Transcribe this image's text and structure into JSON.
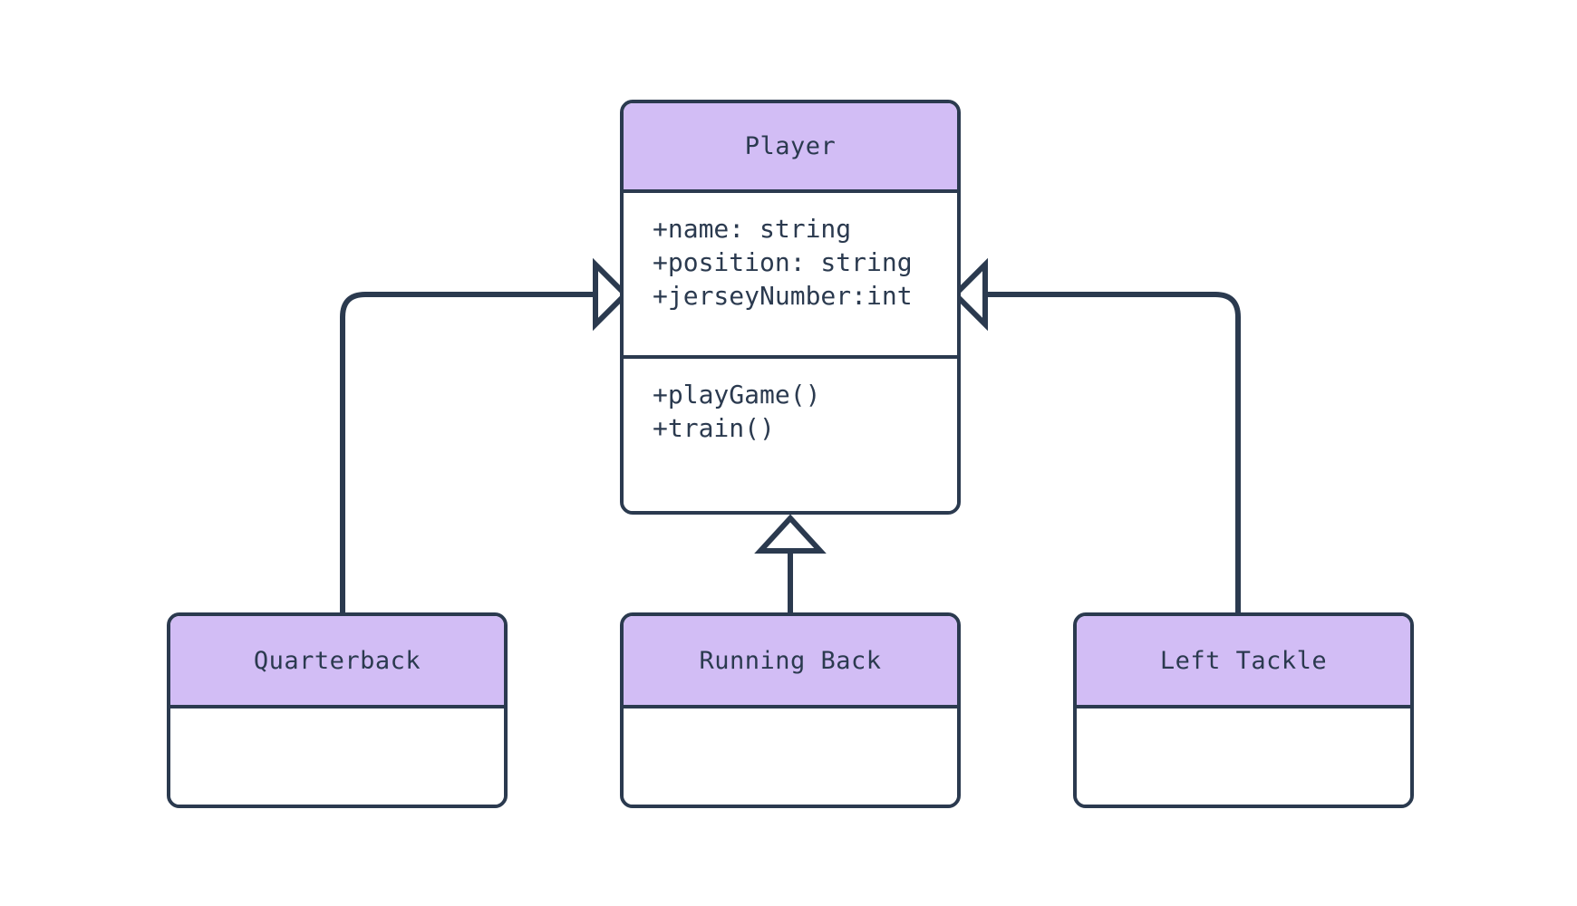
{
  "diagram": {
    "type": "uml-class-diagram",
    "colors": {
      "header_fill": "#d2bdf5",
      "body_fill": "#ffffff",
      "stroke": "#2b3a4f",
      "background": "#ffffff",
      "text": "#2b3a4f"
    },
    "superclass": {
      "name": "Player",
      "attributes": [
        "+name: string",
        "+position: string",
        "+jerseyNumber:int"
      ],
      "methods": [
        "+playGame()",
        "+train()"
      ]
    },
    "subclasses": [
      {
        "name": "Quarterback",
        "attributes": [],
        "methods": []
      },
      {
        "name": "Running Back",
        "attributes": [],
        "methods": []
      },
      {
        "name": "Left Tackle",
        "attributes": [],
        "methods": []
      }
    ],
    "relationships": [
      {
        "kind": "generalization",
        "from": "Quarterback",
        "to": "Player",
        "arrow": "hollow-triangle",
        "attach": "left"
      },
      {
        "kind": "generalization",
        "from": "Running Back",
        "to": "Player",
        "arrow": "hollow-triangle",
        "attach": "bottom"
      },
      {
        "kind": "generalization",
        "from": "Left Tackle",
        "to": "Player",
        "arrow": "hollow-triangle",
        "attach": "right"
      }
    ]
  }
}
